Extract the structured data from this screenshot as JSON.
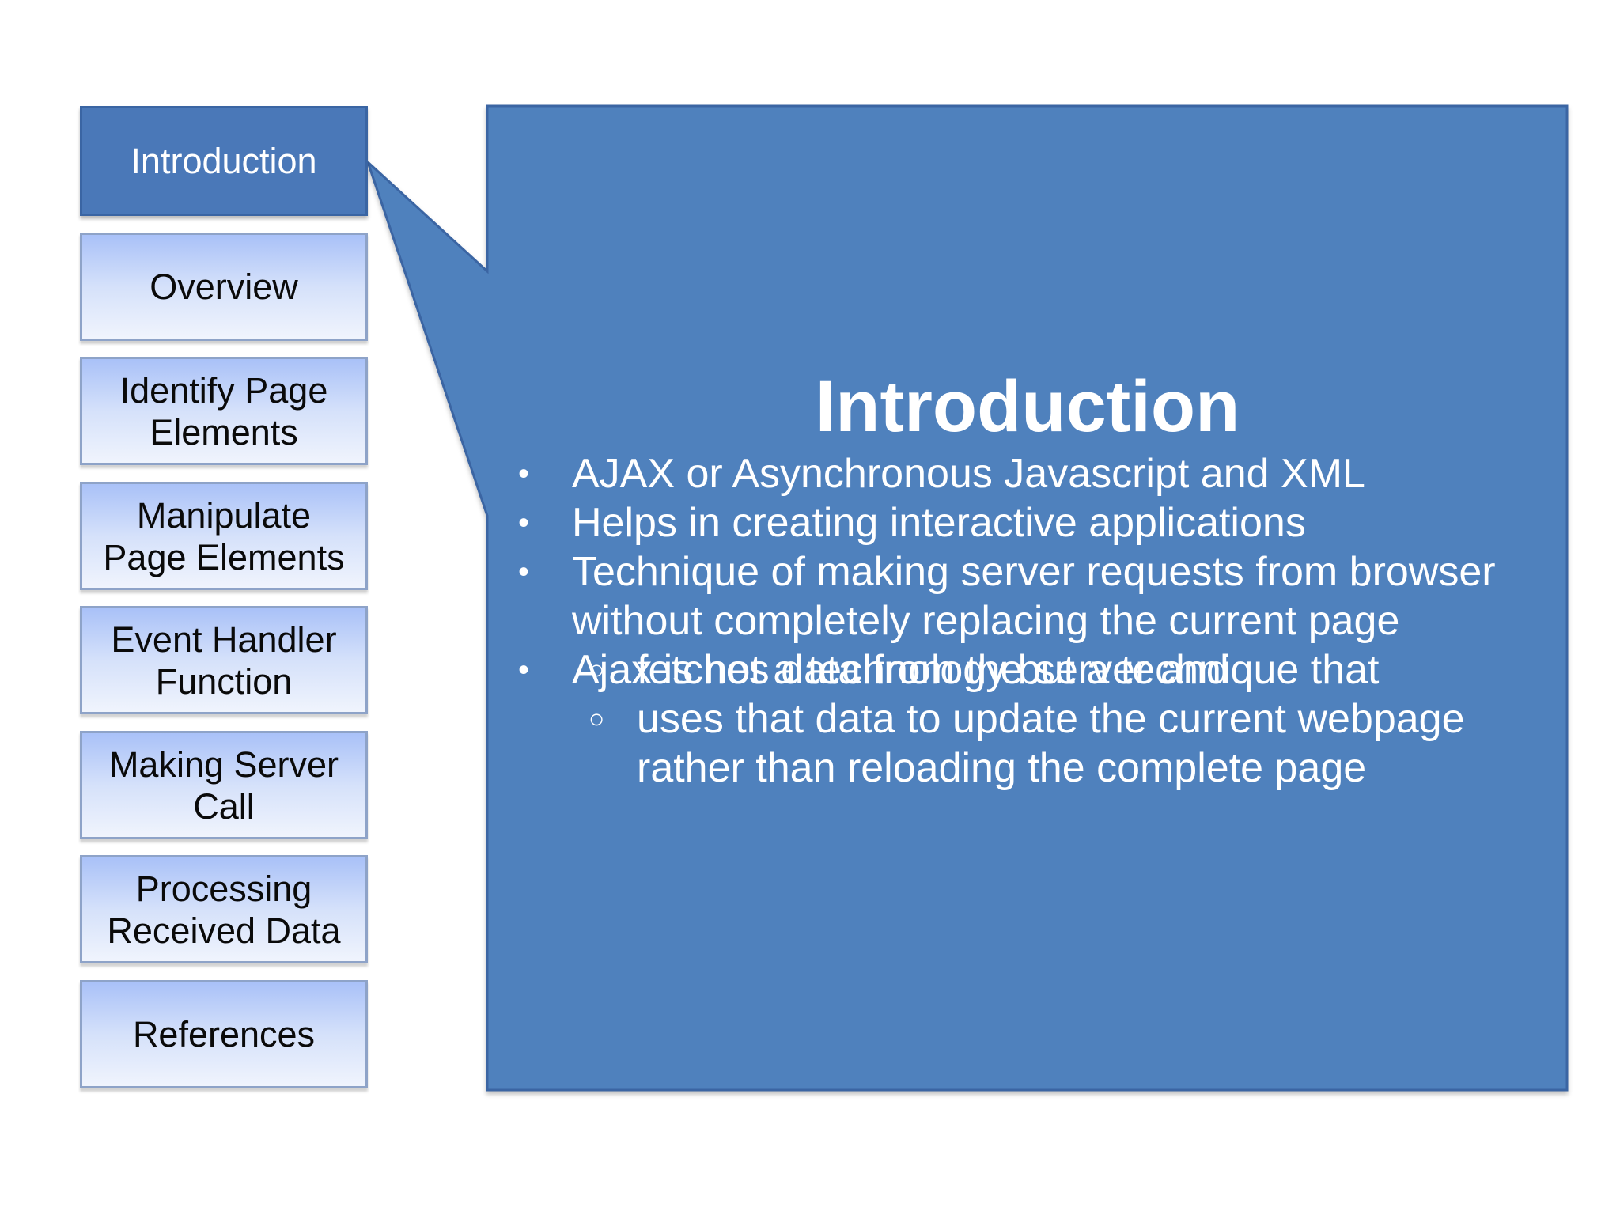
{
  "nav": {
    "items": [
      {
        "label": "Introduction",
        "active": true
      },
      {
        "label": "Overview",
        "active": false
      },
      {
        "label": "Identify Page\nElements",
        "active": false
      },
      {
        "label": "Manipulate\nPage Elements",
        "active": false
      },
      {
        "label": "Event Handler\nFunction",
        "active": false
      },
      {
        "label": "Making Server\nCall",
        "active": false
      },
      {
        "label": "Processing\nReceived Data",
        "active": false
      },
      {
        "label": "References",
        "active": false
      }
    ]
  },
  "colors": {
    "panel_fill": "#4f81bd",
    "panel_border": "#3a65a3",
    "active_nav": "#4a78b8",
    "text_light": "#ffffff",
    "text_dark": "#0a0a0a"
  },
  "content": {
    "title": "Introduction",
    "bullets": [
      {
        "text": "AJAX or Asynchronous Javascript and XML"
      },
      {
        "text": "Helps in creating interactive applications"
      },
      {
        "text": "Technique of making server requests from browser without completely replacing the current page"
      },
      {
        "text": "Ajax is not a technology but a technique that",
        "subs": [
          "fetches data from the server and",
          "uses that data to update the current webpage rather than reloading the complete page"
        ]
      }
    ],
    "bullet_glyph": "•",
    "sub_bullet_glyph": "○"
  }
}
